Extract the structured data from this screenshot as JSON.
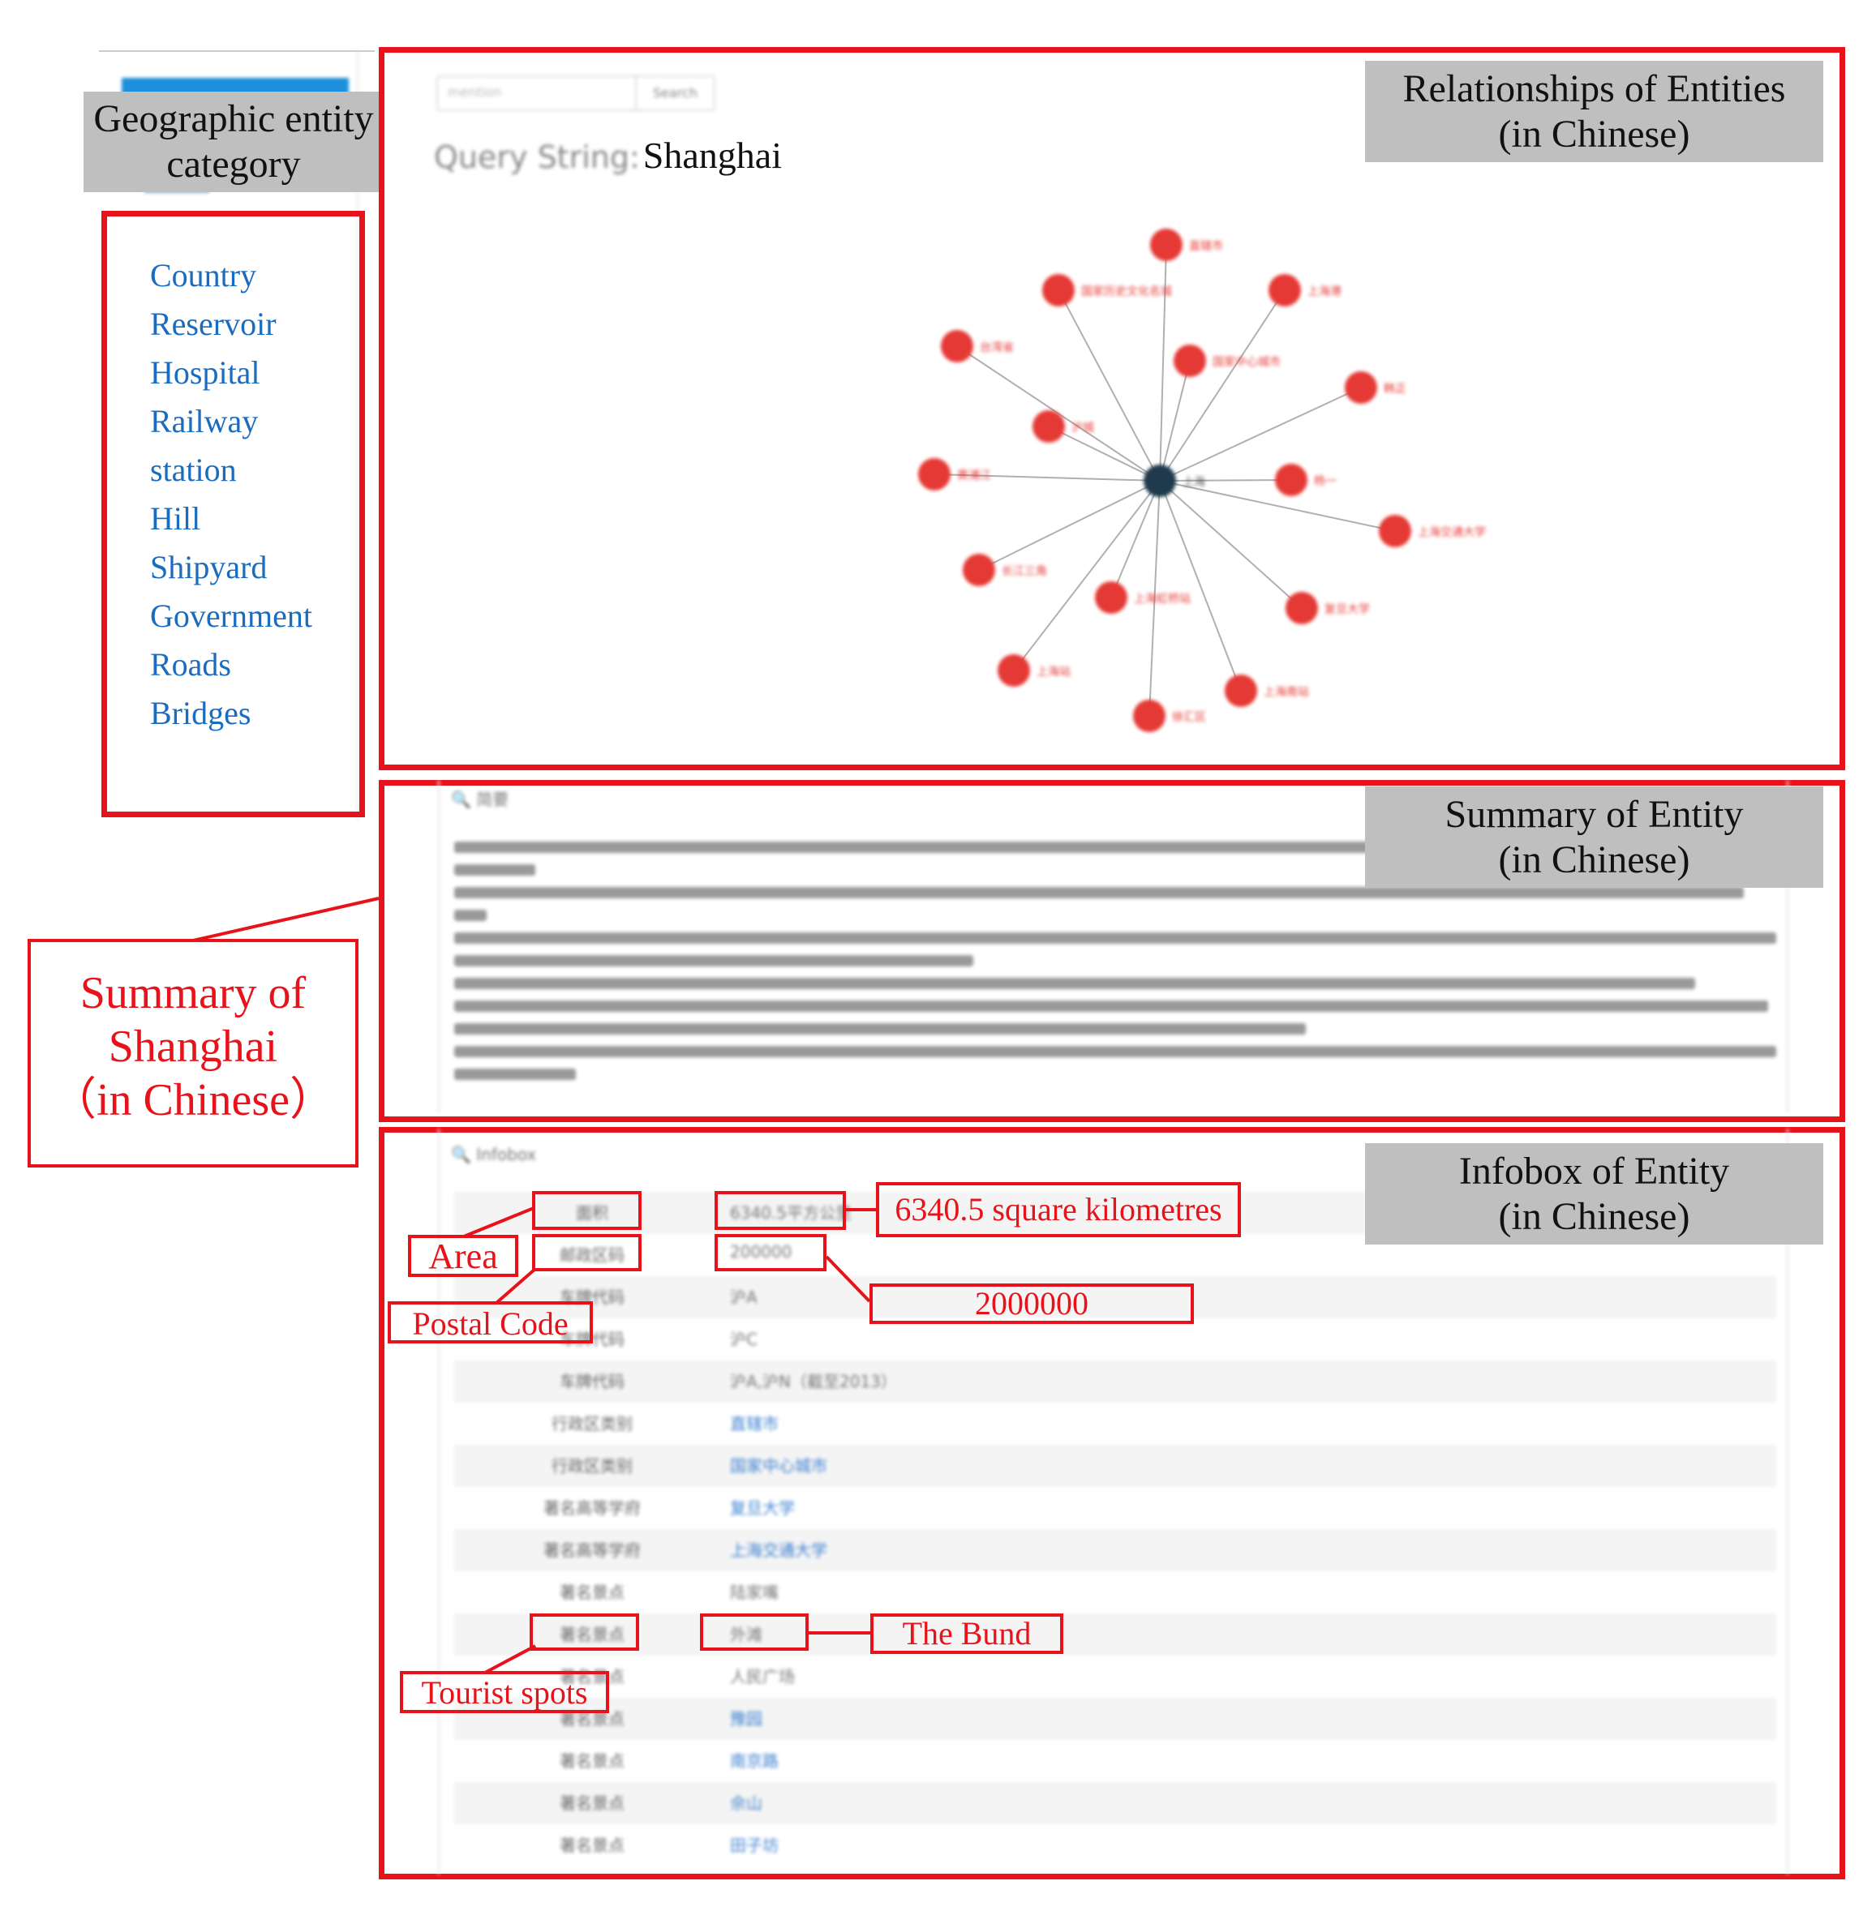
{
  "sidebar": {
    "category_label": [
      "Geographic entity",
      "category"
    ],
    "categories": [
      "Country",
      "Reservoir",
      "Hospital",
      "Railway",
      "station",
      "Hill",
      "Shipyard",
      "Government",
      "Roads",
      "Bridges"
    ]
  },
  "search": {
    "placeholder": "mention",
    "button": "Search"
  },
  "query": {
    "label": "Query String:",
    "value": "Shanghai"
  },
  "panels": {
    "relationships": [
      "Relationships of Entities",
      "(in Chinese)"
    ],
    "summary": [
      "Summary of Entity",
      "(in Chinese)"
    ],
    "infobox": [
      "Infobox of Entity",
      "(in Chinese)"
    ]
  },
  "summary_section": {
    "header": "简要"
  },
  "summary_callout": [
    "Summary of",
    "Shanghai",
    "（in Chinese）"
  ],
  "infobox_section": {
    "header": "Infobox",
    "rows": [
      {
        "k": "面积",
        "v": "6340.5平方公里",
        "link": false
      },
      {
        "k": "邮政区码",
        "v": "200000",
        "link": false
      },
      {
        "k": "车牌代码",
        "v": "沪A",
        "link": false
      },
      {
        "k": "车牌代码",
        "v": "沪C",
        "link": false
      },
      {
        "k": "车牌代码",
        "v": "沪A,沪N（截至2013）",
        "link": false
      },
      {
        "k": "行政区类别",
        "v": "直辖市",
        "link": true
      },
      {
        "k": "行政区类别",
        "v": "国家中心城市",
        "link": true
      },
      {
        "k": "著名高等学府",
        "v": "复旦大学",
        "link": true
      },
      {
        "k": "著名高等学府",
        "v": "上海交通大学",
        "link": true
      },
      {
        "k": "著名景点",
        "v": "陆家嘴",
        "link": false
      },
      {
        "k": "著名景点",
        "v": "外滩",
        "link": false
      },
      {
        "k": "著名景点",
        "v": "人民广场",
        "link": false
      },
      {
        "k": "著名景点",
        "v": "豫园",
        "link": true
      },
      {
        "k": "著名景点",
        "v": "南京路",
        "link": true
      },
      {
        "k": "著名景点",
        "v": "佘山",
        "link": true
      },
      {
        "k": "著名景点",
        "v": "田子坊",
        "link": true
      }
    ]
  },
  "annotations": {
    "area": "Area",
    "area_value": "6340.5 square kilometres",
    "postal_code": "Postal Code",
    "postal_value": "2000000",
    "tourist_spots": "Tourist spots",
    "bund": "The Bund"
  },
  "graph": {
    "center": "上海",
    "nodes": [
      "直辖市",
      "国家历史文化名城",
      "上海港",
      "台湾省",
      "国家中心城市",
      "韩正",
      "沪城",
      "杨一",
      "黄浦江",
      "上海交通大学",
      "长江三角",
      "上海虹桥站",
      "复旦大学",
      "上海站",
      "上海南站",
      "徐汇区"
    ],
    "colors": {
      "node": "#e53935",
      "center": "#1f3a4d",
      "edge": "#b0b0b0",
      "annotation": "#e8131a"
    }
  }
}
